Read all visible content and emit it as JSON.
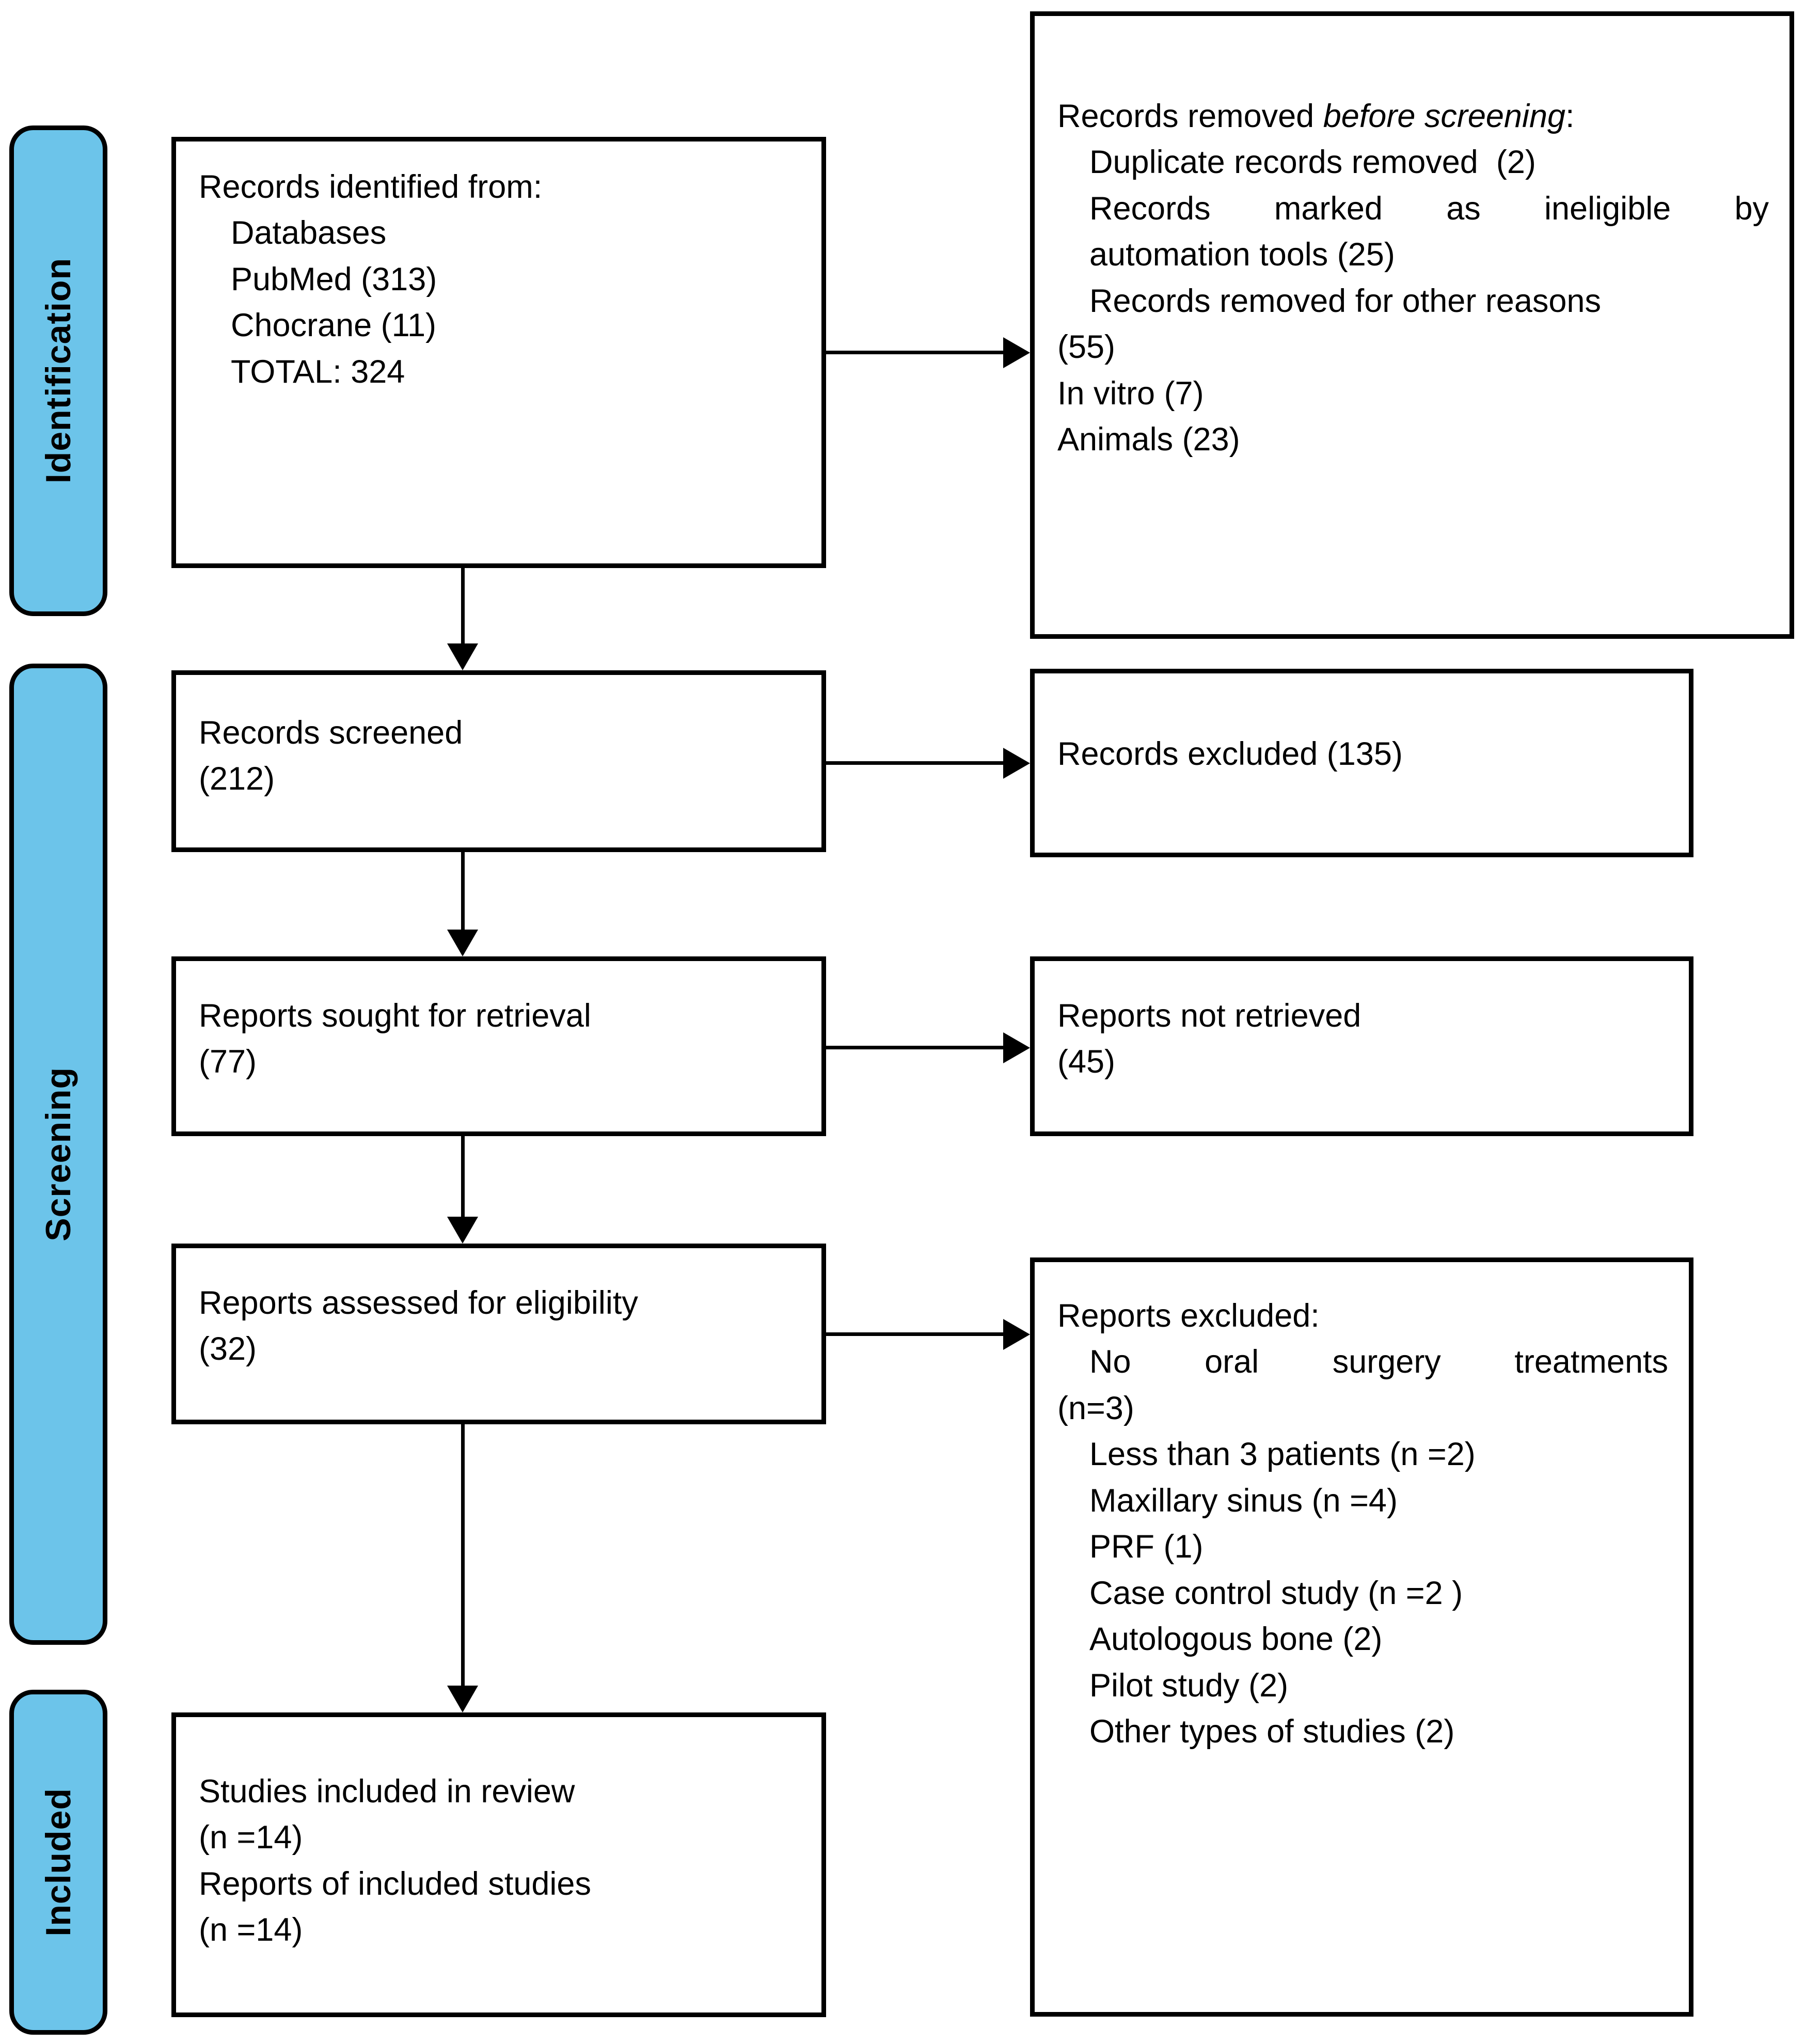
{
  "diagram": {
    "type": "PRISMA flow diagram",
    "stages": [
      {
        "id": "identification",
        "label": "Identification"
      },
      {
        "id": "screening",
        "label": "Screening"
      },
      {
        "id": "included",
        "label": "Included"
      }
    ],
    "boxes": {
      "records_identified": {
        "title": "Records identified from:",
        "lines": [
          "Databases",
          "PubMed (313)",
          "Chocrane (11)",
          "TOTAL: 324"
        ]
      },
      "records_removed": {
        "title_plain": "Records removed ",
        "title_italic": "before screening",
        "title_tail": ":",
        "lines": [
          "Duplicate records removed  (2)",
          "Records marked as ineligible by",
          "automation tools (25)",
          "Records removed for other reasons",
          "(55)",
          "In vitro (7)",
          "Animals (23)"
        ]
      },
      "records_screened": {
        "line1": "Records screened",
        "line2": "(212)"
      },
      "records_excluded": {
        "line1": "Records excluded (135)"
      },
      "reports_sought": {
        "line1": "Reports sought for retrieval",
        "line2": "(77)"
      },
      "reports_not_retrieved": {
        "line1": "Reports not retrieved",
        "line2": "(45)"
      },
      "reports_assessed": {
        "line1": "Reports assessed for eligibility",
        "line2": "(32)"
      },
      "reports_excluded": {
        "title": "Reports excluded:",
        "lines": [
          "No oral surgery treatments",
          "(n=3)",
          "Less than 3 patients (n =2)",
          "Maxillary sinus (n =4)",
          "PRF (1)",
          "Case control study (n =2 )",
          "Autologous bone (2)",
          "Pilot study (2)",
          "Other types of studies (2)"
        ]
      },
      "studies_included": {
        "line1": "Studies included in review",
        "line2": "(n =14)",
        "line3": "Reports of included studies",
        "line4": "(n =14)"
      }
    },
    "colors": {
      "stage_fill": "#6CC4EA",
      "stroke": "#000000",
      "box_fill": "#ffffff"
    }
  }
}
